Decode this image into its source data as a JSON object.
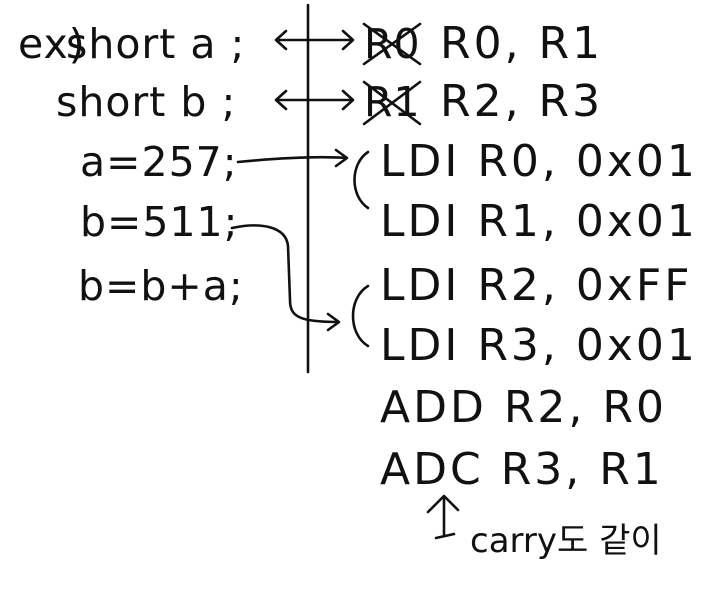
{
  "problem_label": "ex)",
  "c_code": [
    "short a ;",
    "short b ;",
    "a=257;",
    "b=511;",
    "b=b+a;"
  ],
  "register_map": [
    {
      "struck": "R0",
      "replacement": "R0, R1"
    },
    {
      "struck": "R1",
      "replacement": "R2, R3"
    }
  ],
  "assembly": [
    "LDI R0, 0x01",
    "LDI R1, 0x01",
    "LDI R2, 0xFF",
    "LDI R3, 0x01",
    "ADD R2, R0",
    "ADC R3, R1"
  ],
  "note": "carry도 같이"
}
